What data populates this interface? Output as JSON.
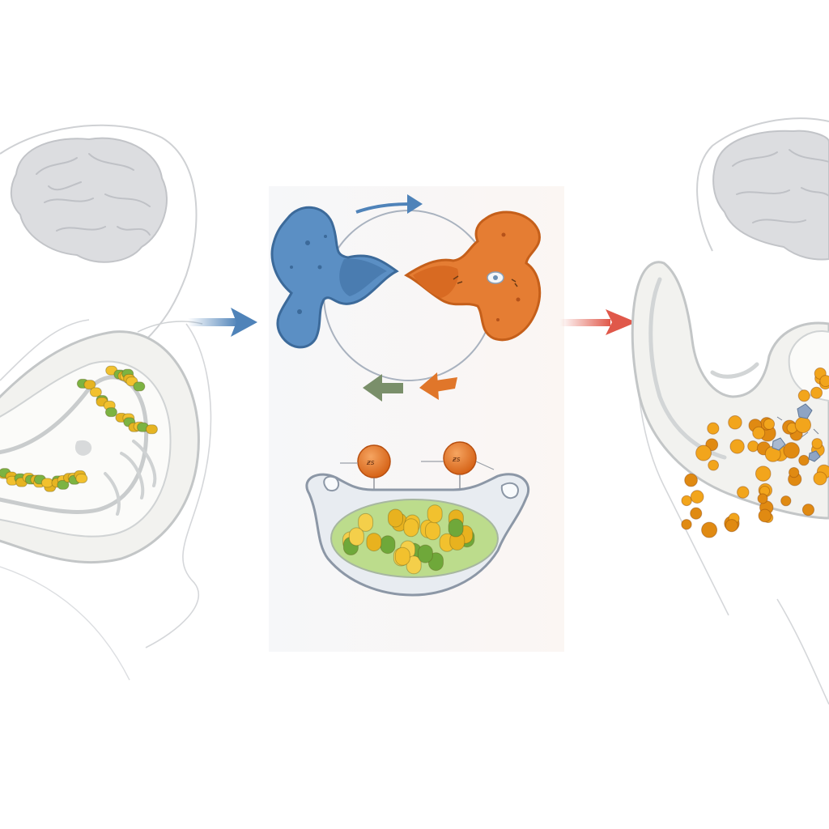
{
  "figure": {
    "background": "#ffffff",
    "panel_bg": "#f7f7f8",
    "outline_color": "#c9cbce",
    "brain_color": "#d9dadd",
    "kidney_fill": "#f3f3f0",
    "kidney_stroke": "#bfc2c3"
  },
  "panels": {
    "left": {
      "state": "normal",
      "particle_colors": [
        "#f2c12e",
        "#7cb342",
        "#e6b422"
      ]
    },
    "center": {
      "protein_a": {
        "color": "#4f83b9",
        "shade": "#3c6a9a"
      },
      "protein_b": {
        "color": "#e0762a",
        "shade": "#c55f1a"
      },
      "cycle_arrows": [
        "#4f83b9",
        "#e0762a",
        "#7a8f6a"
      ],
      "organelle": {
        "rim": "#e7ebf0",
        "rim_stroke": "#8c97a6",
        "inner": "#b9dc8a"
      },
      "molecule_labels": [
        "ƶs",
        "ƶs"
      ]
    },
    "right": {
      "state": "altered",
      "particle_colors": [
        "#f2a51c",
        "#e08a12",
        "#8ea4c4"
      ]
    }
  },
  "arrows": {
    "left_to_center": {
      "color": "#4f83b9"
    },
    "center_to_right": {
      "color": "#e0584a"
    }
  }
}
